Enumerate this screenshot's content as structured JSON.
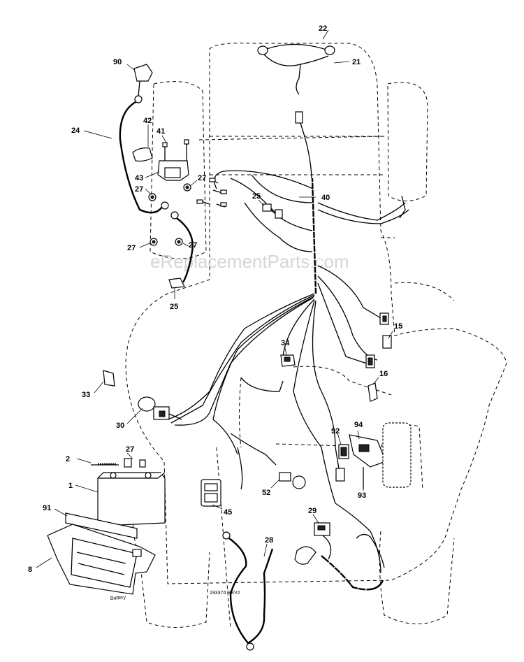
{
  "diagram": {
    "callouts": {
      "c1": "1",
      "c2": "2",
      "c8": "8",
      "c15": "15",
      "c16": "16",
      "c21": "21",
      "c22": "22",
      "c24": "24",
      "c25a": "25",
      "c25b": "25",
      "c27a": "27",
      "c27b": "27",
      "c27c": "27",
      "c27d": "27",
      "c27e": "27",
      "c28": "28",
      "c29": "29",
      "c30": "30",
      "c33": "33",
      "c34": "34",
      "c40": "40",
      "c41": "41",
      "c42": "42",
      "c43": "43",
      "c45": "45",
      "c52": "52",
      "c90": "90",
      "c91": "91",
      "c92": "92",
      "c93": "93",
      "c94": "94"
    },
    "drawing_number": "193374 REV2",
    "battery_tray_text": "Battery",
    "watermark": "eReplacementParts.com"
  }
}
